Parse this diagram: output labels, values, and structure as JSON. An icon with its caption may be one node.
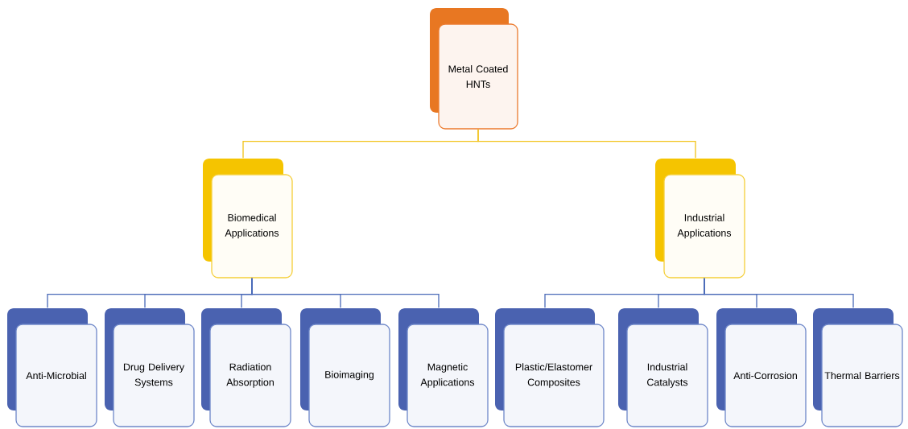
{
  "diagram": {
    "nodes": [
      {
        "text": [
          "Metal Coated HNTs"
        ]
      },
      {
        "text": [
          "Biomedical Applications"
        ]
      },
      {
        "text": [
          "Industrial Applications"
        ]
      },
      {
        "text": [
          "Anti-Microbial"
        ]
      },
      {
        "text": [
          "Drug Delivery Systems"
        ]
      },
      {
        "text": [
          "Radiation Absorption"
        ]
      },
      {
        "text": [
          "Bioimaging"
        ]
      },
      {
        "text": [
          "Magnetic Applications"
        ]
      },
      {
        "text": [
          "Plastic/Elastomer Composites"
        ]
      },
      {
        "text": [
          "Industrial Catalysts"
        ]
      },
      {
        "text": [
          "Anti-Corrosion"
        ]
      },
      {
        "text": [
          "Thermal Barriers"
        ]
      }
    ],
    "edges": [
      {
        "from": 0,
        "to": 1,
        "arrow": "none",
        "color": "#f2c31a"
      },
      {
        "from": 0,
        "to": 2,
        "arrow": "none",
        "color": "#f2c31a"
      },
      {
        "from": 1,
        "to": 3,
        "arrow": "none"
      },
      {
        "from": 1,
        "to": 4,
        "arrow": "none"
      },
      {
        "from": 1,
        "to": 5,
        "arrow": "none"
      },
      {
        "from": 1,
        "to": 6,
        "arrow": "none"
      },
      {
        "from": 1,
        "to": 7,
        "arrow": "none"
      },
      {
        "from": 2,
        "to": 8,
        "arrow": "none"
      },
      {
        "from": 2,
        "to": 9,
        "arrow": "none"
      },
      {
        "from": 2,
        "to": 10,
        "arrow": "none"
      },
      {
        "from": 2,
        "to": 11,
        "arrow": "none"
      }
    ]
  }
}
